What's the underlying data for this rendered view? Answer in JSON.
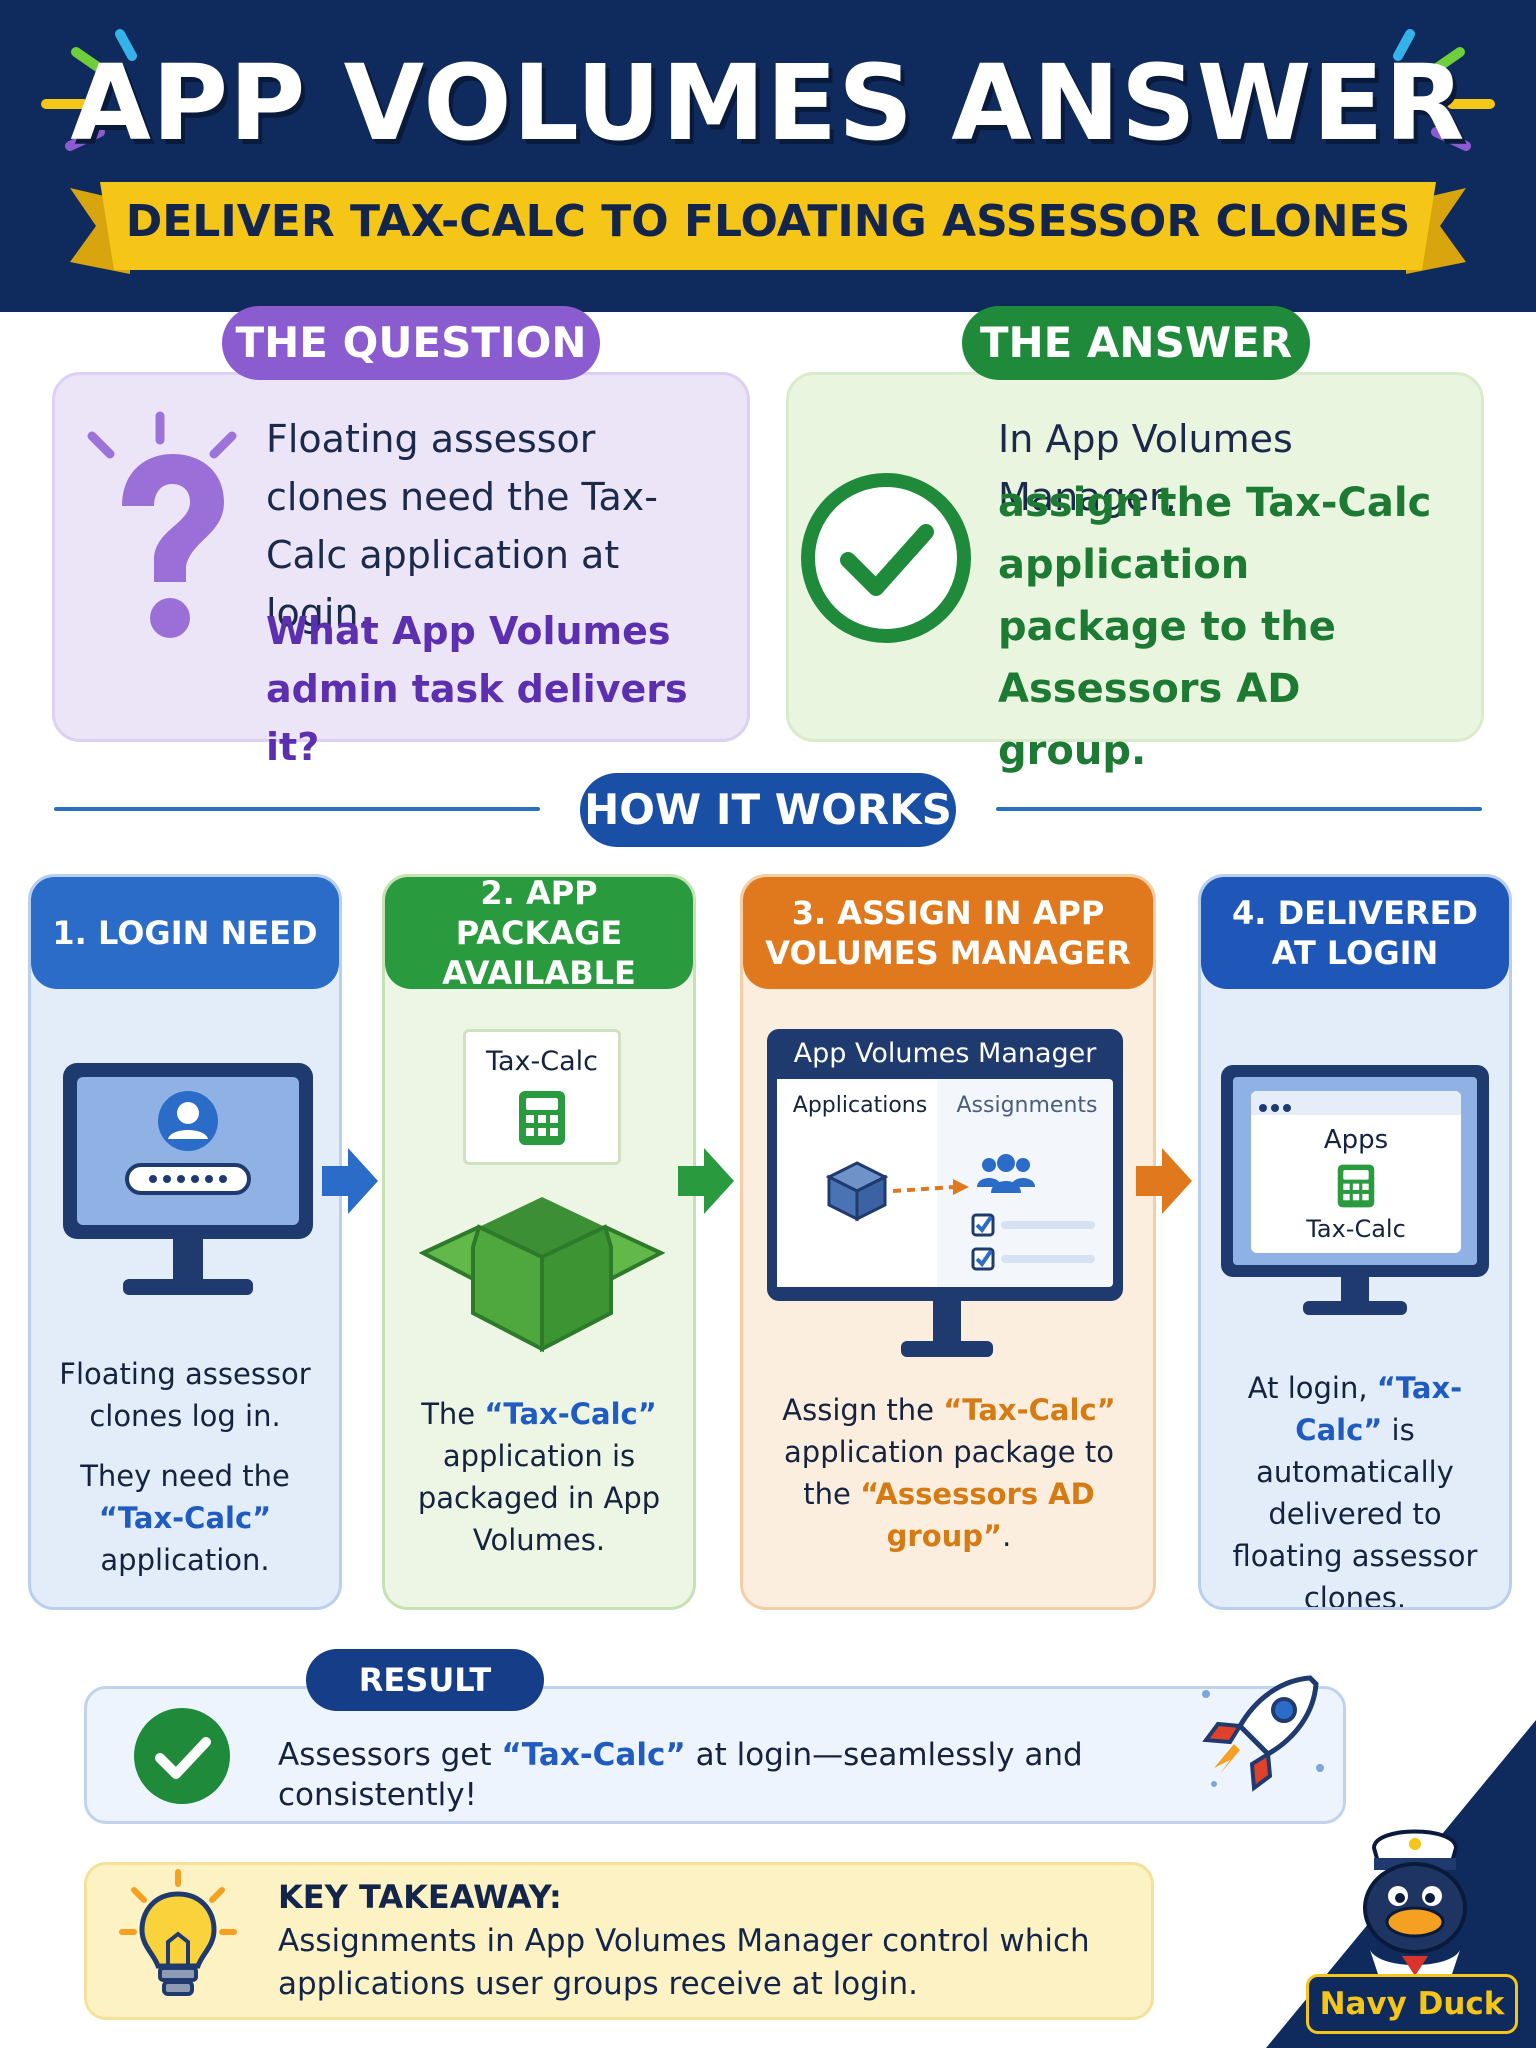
{
  "header": {
    "title": "APP VOLUMES ANSWER",
    "subtitle": "DELIVER TAX-CALC TO FLOATING ASSESSOR CLONES"
  },
  "question": {
    "label": "THE QUESTION",
    "text": "Floating assessor clones need the Tax-Calc application at login.",
    "ask": "What App Volumes admin task delivers it?"
  },
  "answer": {
    "label": "THE ANSWER",
    "lead": "In App Volumes Manager,",
    "text": "assign the Tax-Calc application package to the Assessors AD group."
  },
  "how_it_works": {
    "label": "HOW IT WORKS",
    "steps": [
      {
        "title": "1. LOGIN NEED",
        "text_1": "Floating assessor clones log in.",
        "text_2a": "They need the",
        "text_2b": "“Tax-Calc”",
        "text_2c": "application."
      },
      {
        "title": "2. APP PACKAGE AVAILABLE",
        "package_label": "Tax-Calc",
        "text_a": "The",
        "text_b": "“Tax-Calc”",
        "text_c": "application is packaged in App Volumes."
      },
      {
        "title": "3. ASSIGN IN APP VOLUMES MANAGER",
        "window_title": "App Volumes Manager",
        "col_applications": "Applications",
        "col_assignments": "Assignments",
        "text_a": "Assign the",
        "text_b": "“Tax-Calc”",
        "text_c": "application package to the",
        "text_d": "“Assessors AD group”",
        "text_e": "."
      },
      {
        "title": "4. DELIVERED AT LOGIN",
        "apps_label": "Apps",
        "app_name": "Tax-Calc",
        "text_a": "At login,",
        "text_b": "“Tax-Calc”",
        "text_c": "is automatically delivered to floating assessor clones."
      }
    ]
  },
  "result": {
    "label": "RESULT",
    "text_a": "Assessors get",
    "text_b": "“Tax-Calc”",
    "text_c": "at login—seamlessly and consistently!"
  },
  "takeaway": {
    "title": "KEY TAKEAWAY:",
    "text": "Assignments in App Volumes Manager control which applications user groups receive at login."
  },
  "brand": "Navy Duck",
  "colors": {
    "navy": "#0f2a5c",
    "yellow": "#f5c518",
    "purple": "#8a5cd0",
    "green": "#1f8a3a",
    "blue": "#2b6cc8",
    "orange": "#e0781e"
  },
  "icons": [
    "question-mark-icon",
    "check-circle-icon",
    "user-login-monitor-icon",
    "open-box-icon",
    "calculator-icon",
    "cube-icon",
    "user-group-icon",
    "app-window-monitor-icon",
    "rocket-icon",
    "light-bulb-icon",
    "duck-mascot-icon"
  ]
}
